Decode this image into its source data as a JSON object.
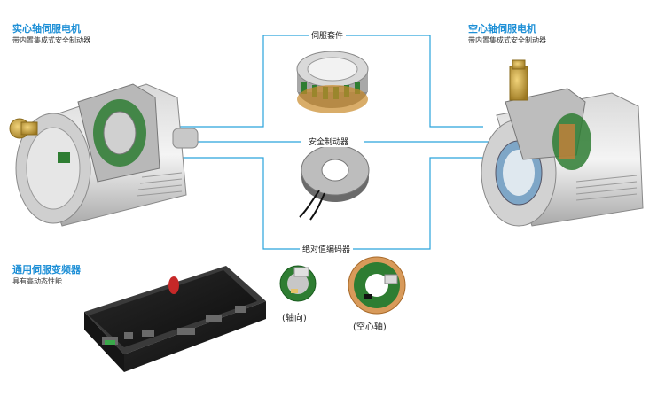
{
  "left_motor": {
    "title": "实心轴伺服电机",
    "subtitle": "带内置集成式安全制动器"
  },
  "right_motor": {
    "title": "空心轴伺服电机",
    "subtitle": "带内置集成式安全制动器"
  },
  "drive": {
    "title": "通用伺服变频器",
    "subtitle": "具有高动态性能"
  },
  "center": {
    "servo_kit": "伺服套件",
    "safety_brake": "安全制动器",
    "encoder": "绝对值编码器",
    "encoder_axial": "(轴向)",
    "encoder_hollow": "(空心轴)"
  },
  "colors": {
    "accent": "#1d8fd6",
    "line": "#2aa3dc",
    "pcb": "#2e7d32",
    "brass": "#c9a23a"
  }
}
